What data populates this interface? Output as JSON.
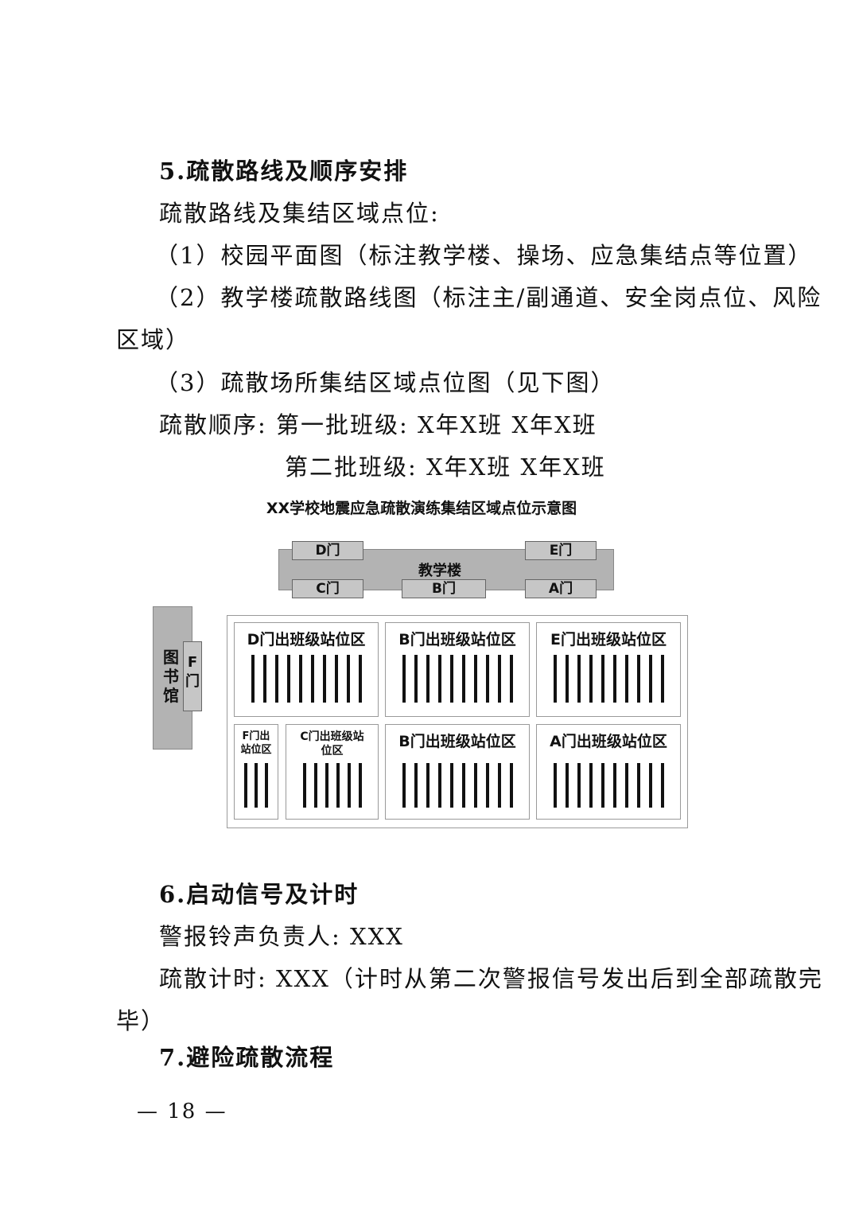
{
  "section5": {
    "heading": "5.疏散路线及顺序安排",
    "intro": "疏散路线及集结区域点位:",
    "item1": "（1）校园平面图（标注教学楼、操场、应急集结点等位置）",
    "item2_a": "（2）教学楼疏散路线图（标注主/副通道、安全岗点位、风险",
    "item2_b": "区域）",
    "item3": "（3）疏散场所集结区域点位图（见下图）",
    "order1": "疏散顺序: 第一批班级: X年X班 X年X班",
    "order2": "第二批班级: X年X班 X年X班"
  },
  "diagram": {
    "title": "XX学校地震应急疏散演练集结区域点位示意图",
    "building_label": "教学楼",
    "doors": {
      "d": "D门",
      "e": "E门",
      "c": "C门",
      "b": "B门",
      "a": "A门"
    },
    "library": {
      "label_chars": [
        "图",
        "书",
        "馆"
      ],
      "door_chars": [
        "F",
        "门"
      ]
    },
    "zones": {
      "d": "D门出班级站位区",
      "b_top": "B门出班级站位区",
      "e": "E门出班级站位区",
      "f_line1": "F门出",
      "f_line2": "站位区",
      "c_line1": "C门出班级站",
      "c_line2": "位区",
      "b_bottom": "B门出班级站位区",
      "a": "A门出班级站位区"
    }
  },
  "section6": {
    "heading": "6.启动信号及计时",
    "alarm": "警报铃声负责人: XXX",
    "timing_a": "疏散计时: XXX（计时从第二次警报信号发出后到全部疏散完",
    "timing_b": "毕）"
  },
  "section7": {
    "heading": "7.避险疏散流程"
  },
  "footer": {
    "page_number": "— 18 —"
  }
}
